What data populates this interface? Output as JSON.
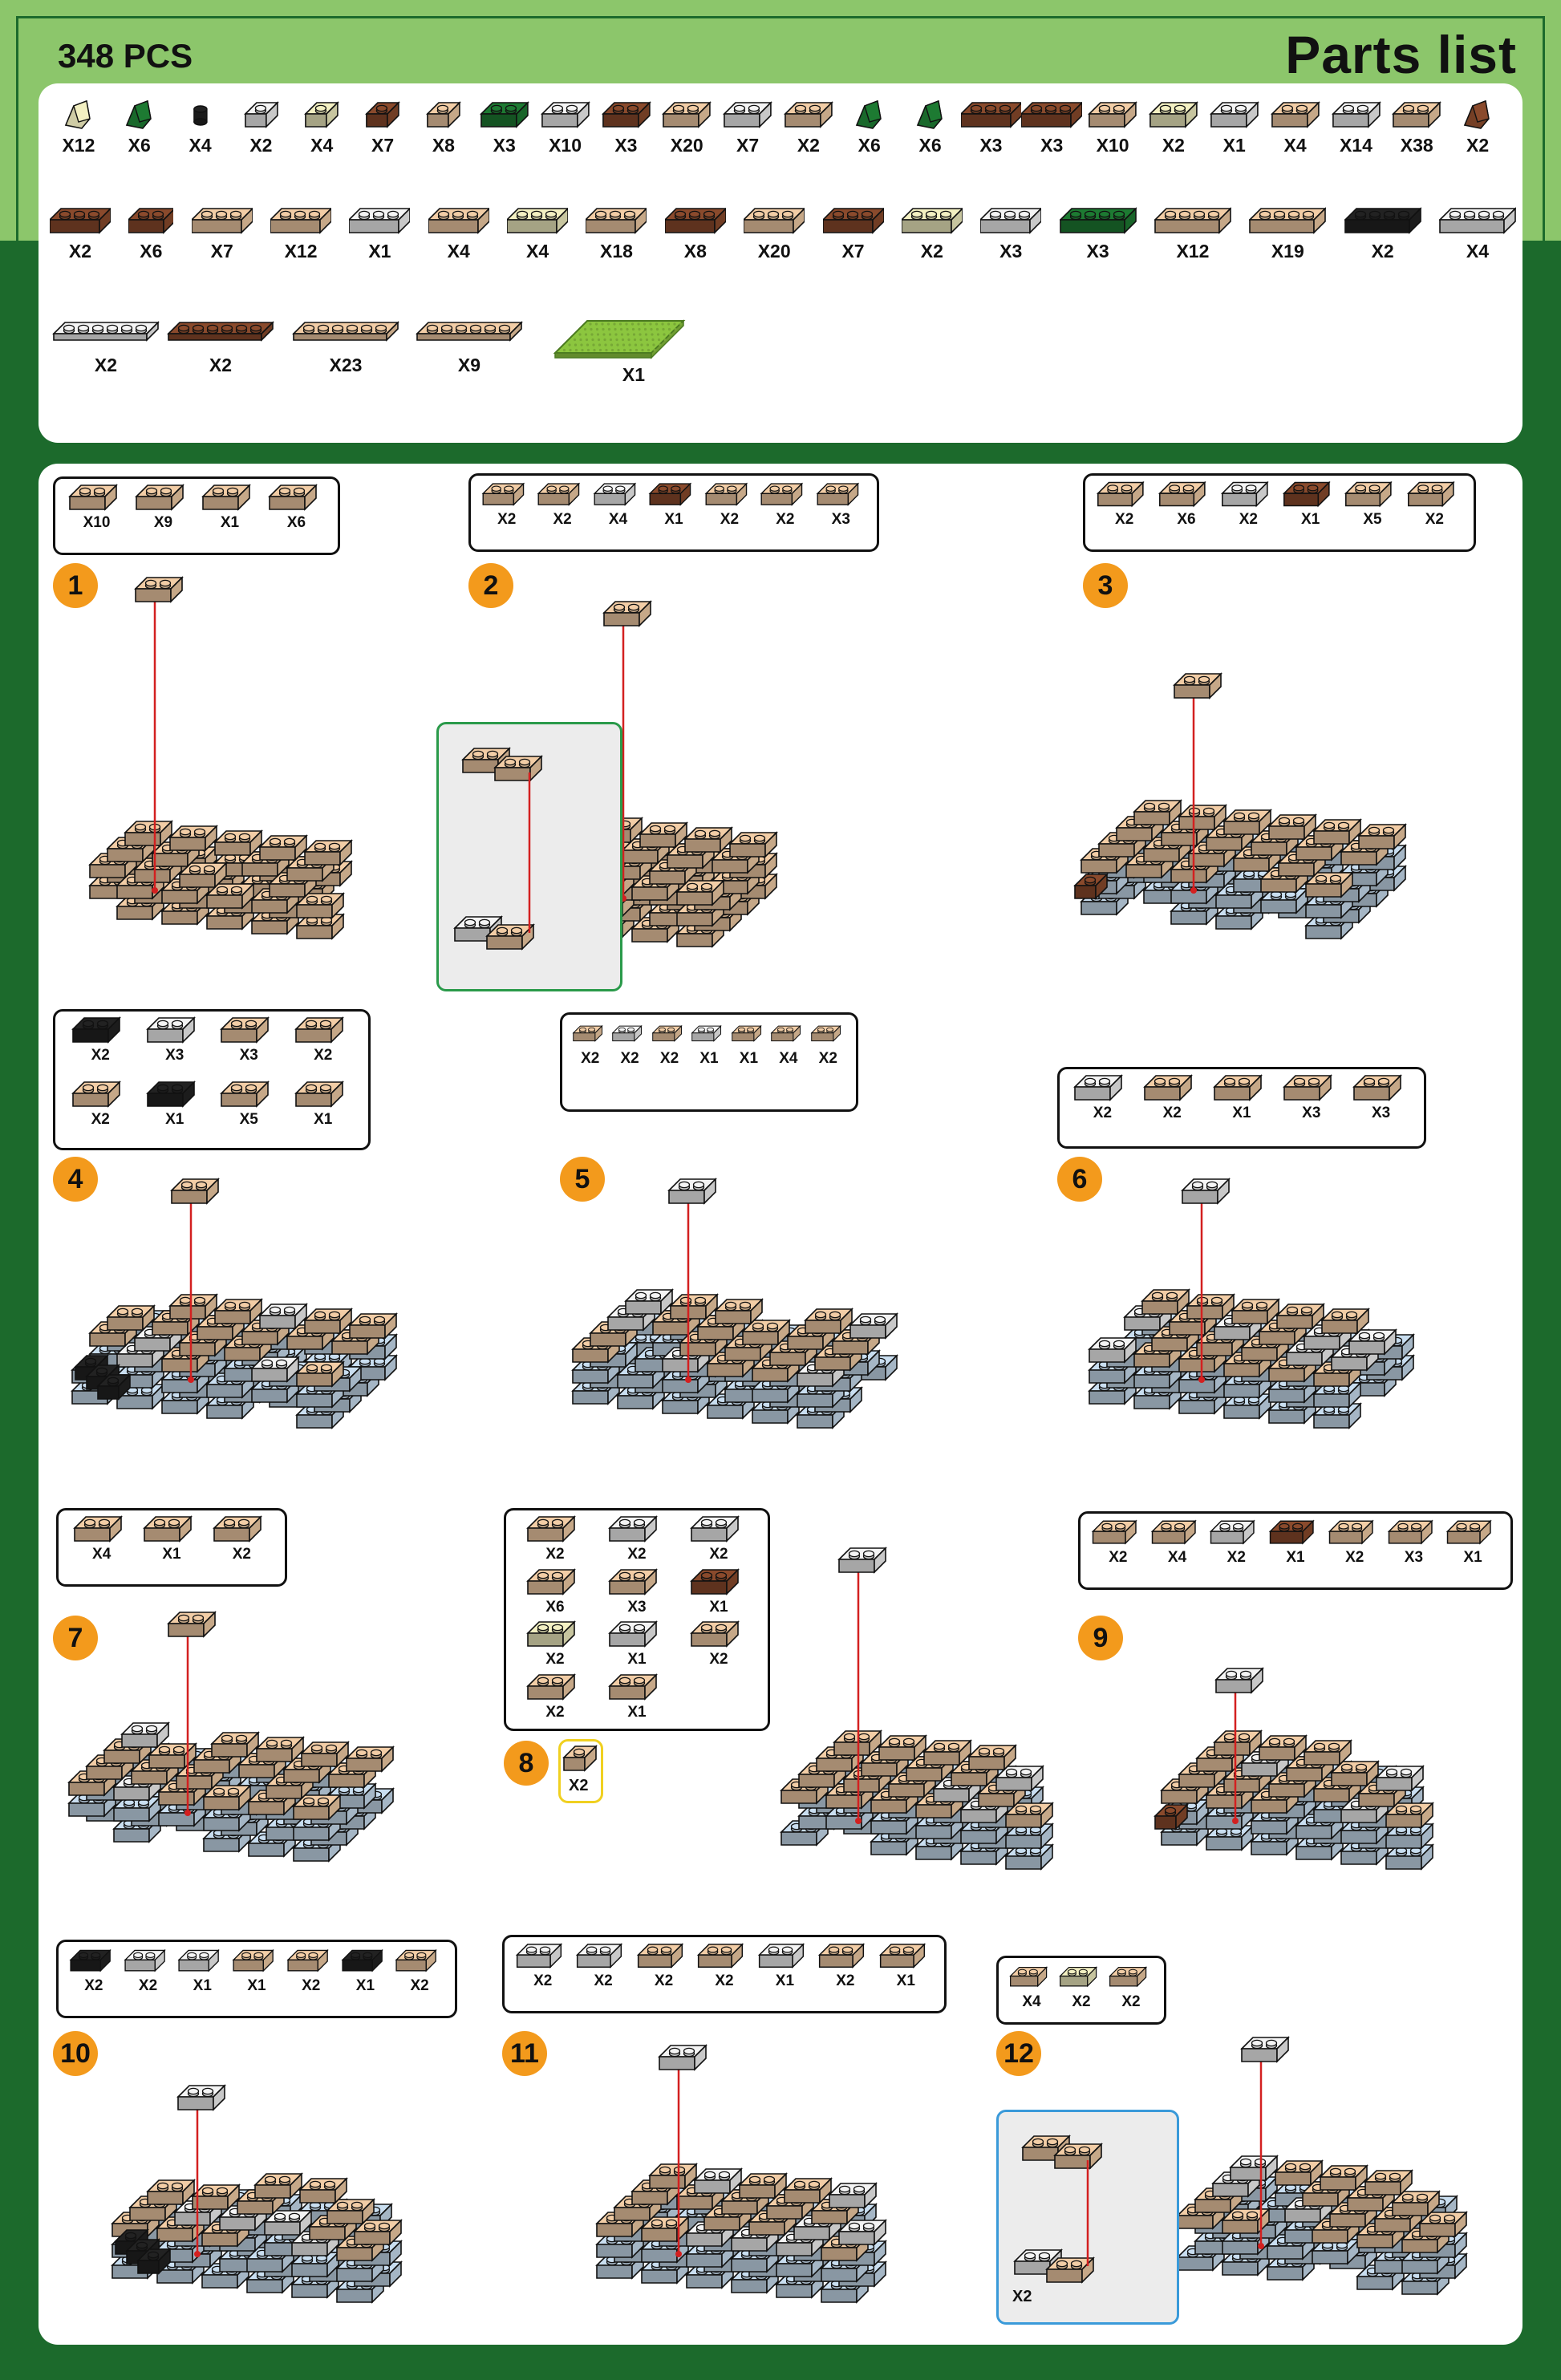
{
  "header": {
    "pieces": "348 PCS",
    "title": "Parts list"
  },
  "colors": {
    "tan": "#f2cda6",
    "brown": "#8a4a2c",
    "green": "#1d7a32",
    "black": "#222222",
    "white": "#f4f4f4",
    "cream": "#f3f0c2",
    "lightblue": "#c9def0",
    "lime": "#8cc63f",
    "orange": "#f39a1c",
    "accent_green": "#1c6a2c"
  },
  "parts": {
    "row1": [
      {
        "color": "cream",
        "shape": "slope",
        "count": "X12"
      },
      {
        "color": "green",
        "shape": "slope",
        "count": "X6"
      },
      {
        "color": "black",
        "shape": "round",
        "count": "X4"
      },
      {
        "color": "white",
        "shape": "brick1",
        "count": "X2"
      },
      {
        "color": "cream",
        "shape": "brick1",
        "count": "X4"
      },
      {
        "color": "brown",
        "shape": "brick1",
        "count": "X7"
      },
      {
        "color": "tan",
        "shape": "brick1",
        "count": "X8"
      },
      {
        "color": "green",
        "shape": "brick2",
        "count": "X3"
      },
      {
        "color": "white",
        "shape": "brick2",
        "count": "X10"
      },
      {
        "color": "brown",
        "shape": "brick2",
        "count": "X3"
      },
      {
        "color": "tan",
        "shape": "brick2",
        "count": "X20"
      },
      {
        "color": "white",
        "shape": "brick2",
        "count": "X7"
      },
      {
        "color": "tan",
        "shape": "brick2",
        "count": "X2"
      },
      {
        "color": "green",
        "shape": "slope",
        "count": "X6"
      },
      {
        "color": "green",
        "shape": "slope",
        "count": "X6"
      },
      {
        "color": "brown",
        "shape": "brick3",
        "count": "X3"
      },
      {
        "color": "brown",
        "shape": "brick3",
        "count": "X3"
      },
      {
        "color": "tan",
        "shape": "brick2",
        "count": "X10"
      },
      {
        "color": "cream",
        "shape": "brick2",
        "count": "X2"
      },
      {
        "color": "white",
        "shape": "brick2",
        "count": "X1"
      },
      {
        "color": "tan",
        "shape": "brick2",
        "count": "X4"
      },
      {
        "color": "white",
        "shape": "brick2",
        "count": "X14"
      },
      {
        "color": "tan",
        "shape": "brick2",
        "count": "X38"
      },
      {
        "color": "brown",
        "shape": "slope",
        "count": "X2"
      }
    ],
    "row2": [
      {
        "color": "brown",
        "shape": "brick3",
        "count": "X2"
      },
      {
        "color": "brown",
        "shape": "brick2",
        "count": "X6"
      },
      {
        "color": "tan",
        "shape": "brick3",
        "count": "X7"
      },
      {
        "color": "tan",
        "shape": "brick3",
        "count": "X12"
      },
      {
        "color": "white",
        "shape": "brick3",
        "count": "X1"
      },
      {
        "color": "tan",
        "shape": "brick3",
        "count": "X4"
      },
      {
        "color": "cream",
        "shape": "brick3",
        "count": "X4"
      },
      {
        "color": "tan",
        "shape": "brick3",
        "count": "X18"
      },
      {
        "color": "brown",
        "shape": "brick3",
        "count": "X8"
      },
      {
        "color": "tan",
        "shape": "brick3",
        "count": "X20"
      },
      {
        "color": "brown",
        "shape": "brick3",
        "count": "X7"
      },
      {
        "color": "cream",
        "shape": "brick3",
        "count": "X2"
      },
      {
        "color": "white",
        "shape": "brick3",
        "count": "X3"
      },
      {
        "color": "green",
        "shape": "brick4",
        "count": "X3"
      },
      {
        "color": "tan",
        "shape": "brick4",
        "count": "X12"
      },
      {
        "color": "tan",
        "shape": "brick4",
        "count": "X19"
      },
      {
        "color": "black",
        "shape": "brick4",
        "count": "X2"
      },
      {
        "color": "white",
        "shape": "brick4",
        "count": "X4"
      }
    ],
    "row3": [
      {
        "color": "white",
        "shape": "plate6",
        "count": "X2"
      },
      {
        "color": "brown",
        "shape": "plate6",
        "count": "X2"
      },
      {
        "color": "tan",
        "shape": "plate6",
        "count": "X23"
      },
      {
        "color": "tan",
        "shape": "plate6",
        "count": "X9"
      },
      {
        "color": "lime",
        "shape": "baseplate",
        "count": "X1"
      }
    ]
  },
  "steps": [
    {
      "number": "1",
      "parts": [
        {
          "c": "tan",
          "n": "X10"
        },
        {
          "c": "tan",
          "n": "X9"
        },
        {
          "c": "tan",
          "n": "X1"
        },
        {
          "c": "tan",
          "n": "X6"
        }
      ]
    },
    {
      "number": "2",
      "parts": [
        {
          "c": "tan",
          "n": "X2"
        },
        {
          "c": "tan",
          "n": "X2"
        },
        {
          "c": "white",
          "n": "X4"
        },
        {
          "c": "brown",
          "n": "X1"
        },
        {
          "c": "tan",
          "n": "X2"
        },
        {
          "c": "tan",
          "n": "X2"
        },
        {
          "c": "tan",
          "n": "X3"
        }
      ]
    },
    {
      "number": "3",
      "parts": [
        {
          "c": "tan",
          "n": "X2"
        },
        {
          "c": "tan",
          "n": "X6"
        },
        {
          "c": "white",
          "n": "X2"
        },
        {
          "c": "brown",
          "n": "X1"
        },
        {
          "c": "tan",
          "n": "X5"
        },
        {
          "c": "tan",
          "n": "X2"
        }
      ]
    },
    {
      "number": "4",
      "parts": [
        {
          "c": "black",
          "n": "X2"
        },
        {
          "c": "white",
          "n": "X3"
        },
        {
          "c": "tan",
          "n": "X3"
        },
        {
          "c": "tan",
          "n": "X2"
        },
        {
          "c": "tan",
          "n": "X2"
        },
        {
          "c": "black",
          "n": "X1"
        },
        {
          "c": "tan",
          "n": "X5"
        },
        {
          "c": "tan",
          "n": "X1"
        }
      ]
    },
    {
      "number": "5",
      "parts": [
        {
          "c": "tan",
          "n": "X2"
        },
        {
          "c": "white",
          "n": "X2"
        },
        {
          "c": "tan",
          "n": "X2"
        },
        {
          "c": "white",
          "n": "X1"
        },
        {
          "c": "tan",
          "n": "X1"
        },
        {
          "c": "tan",
          "n": "X4"
        },
        {
          "c": "tan",
          "n": "X2"
        }
      ]
    },
    {
      "number": "6",
      "parts": [
        {
          "c": "white",
          "n": "X2"
        },
        {
          "c": "tan",
          "n": "X2"
        },
        {
          "c": "tan",
          "n": "X1"
        },
        {
          "c": "tan",
          "n": "X3"
        },
        {
          "c": "tan",
          "n": "X3"
        }
      ]
    },
    {
      "number": "7",
      "parts": [
        {
          "c": "tan",
          "n": "X4"
        },
        {
          "c": "tan",
          "n": "X1"
        },
        {
          "c": "tan",
          "n": "X2"
        }
      ]
    },
    {
      "number": "8",
      "parts": [
        {
          "c": "tan",
          "n": "X2"
        },
        {
          "c": "white",
          "n": "X2"
        },
        {
          "c": "white",
          "n": "X2"
        },
        {
          "c": "tan",
          "n": "X6"
        },
        {
          "c": "tan",
          "n": "X3"
        },
        {
          "c": "brown",
          "n": "X1"
        },
        {
          "c": "cream",
          "n": "X2"
        },
        {
          "c": "white",
          "n": "X1"
        },
        {
          "c": "tan",
          "n": "X2"
        },
        {
          "c": "tan",
          "n": "X2"
        },
        {
          "c": "tan",
          "n": "X1"
        }
      ],
      "sub_count": "X2"
    },
    {
      "number": "9",
      "parts": [
        {
          "c": "tan",
          "n": "X2"
        },
        {
          "c": "tan",
          "n": "X4"
        },
        {
          "c": "white",
          "n": "X2"
        },
        {
          "c": "brown",
          "n": "X1"
        },
        {
          "c": "tan",
          "n": "X2"
        },
        {
          "c": "tan",
          "n": "X3"
        },
        {
          "c": "tan",
          "n": "X1"
        }
      ]
    },
    {
      "number": "10",
      "parts": [
        {
          "c": "black",
          "n": "X2"
        },
        {
          "c": "white",
          "n": "X2"
        },
        {
          "c": "white",
          "n": "X1"
        },
        {
          "c": "tan",
          "n": "X1"
        },
        {
          "c": "tan",
          "n": "X2"
        },
        {
          "c": "black",
          "n": "X1"
        },
        {
          "c": "tan",
          "n": "X2"
        }
      ]
    },
    {
      "number": "11",
      "parts": [
        {
          "c": "white",
          "n": "X2"
        },
        {
          "c": "white",
          "n": "X2"
        },
        {
          "c": "tan",
          "n": "X2"
        },
        {
          "c": "tan",
          "n": "X2"
        },
        {
          "c": "white",
          "n": "X1"
        },
        {
          "c": "tan",
          "n": "X2"
        },
        {
          "c": "tan",
          "n": "X1"
        }
      ]
    },
    {
      "number": "12",
      "parts": [
        {
          "c": "tan",
          "n": "X4"
        },
        {
          "c": "cream",
          "n": "X2"
        },
        {
          "c": "tan",
          "n": "X2"
        }
      ],
      "sub_count": "X2"
    }
  ]
}
